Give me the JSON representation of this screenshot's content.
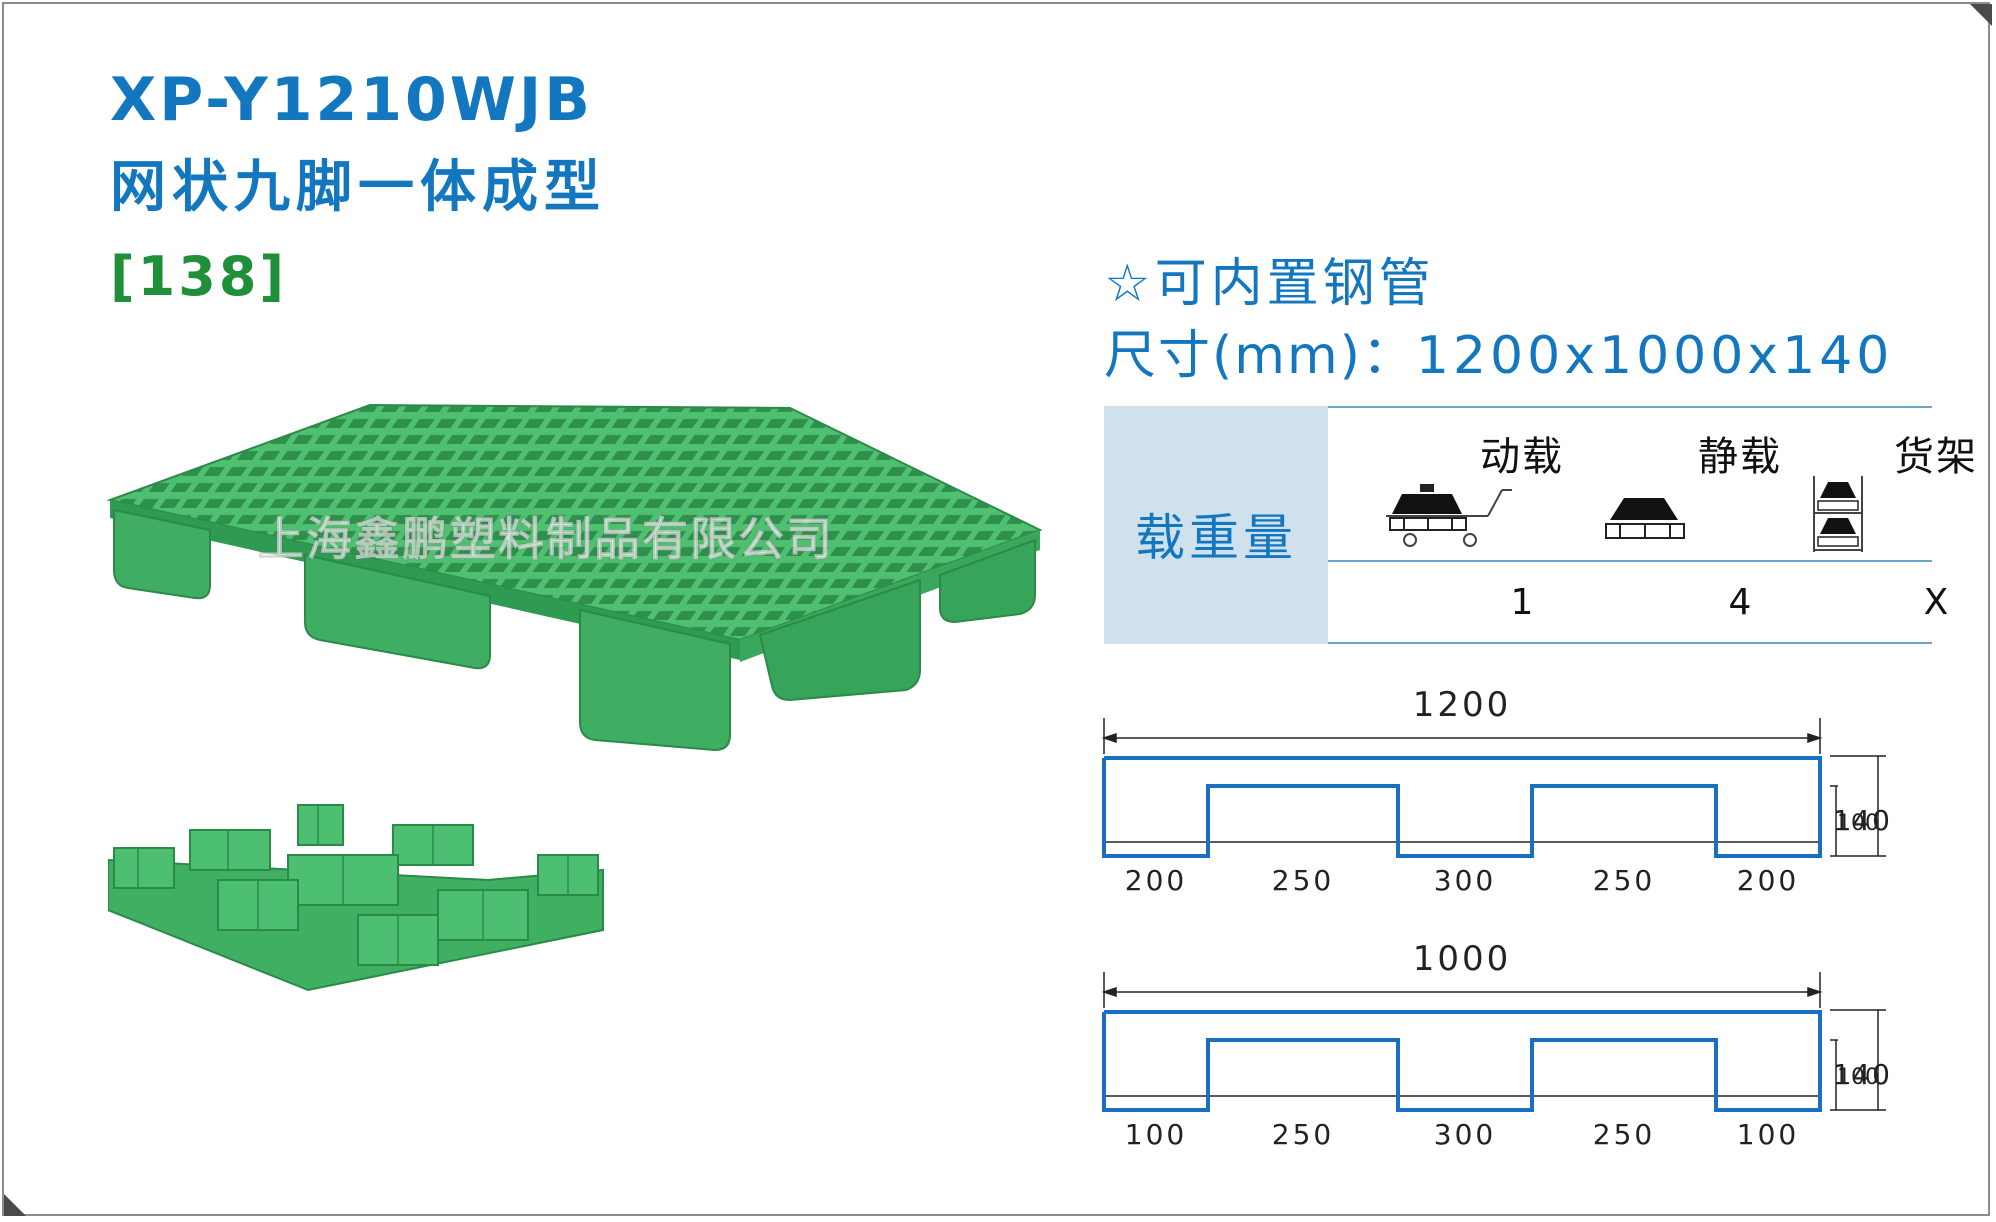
{
  "header": {
    "model": "XP-Y1210WJB",
    "product_name": "网状九脚一体成型",
    "code": "[138]"
  },
  "specs": {
    "feature": "☆可内置钢管",
    "size_label": "尺寸(mm)：",
    "size_value": "1200x1000x140"
  },
  "load_table": {
    "header": "载重量",
    "columns": [
      {
        "title": "动载",
        "icon": "dynamic-load-icon",
        "value": "1"
      },
      {
        "title": "静载",
        "icon": "static-load-icon",
        "value": "4"
      },
      {
        "title": "货架",
        "icon": "rack-load-icon",
        "value": "X"
      }
    ]
  },
  "photo": {
    "watermark": "上海鑫鹏塑料制品有限公司"
  },
  "dimension_drawings": [
    {
      "total": "1200",
      "segments": [
        "200",
        "250",
        "300",
        "250",
        "200"
      ],
      "inner_height": "100",
      "total_height": "140"
    },
    {
      "total": "1000",
      "segments": [
        "100",
        "250",
        "300",
        "250",
        "100"
      ],
      "inner_height": "100",
      "total_height": "140"
    }
  ],
  "colors": {
    "title_blue": "#1377c0",
    "code_green": "#1f8f3a",
    "pallet_green": "#35a85a",
    "table_header_bg": "#cfe1ec",
    "drawing_blue": "#1a6fc0"
  }
}
